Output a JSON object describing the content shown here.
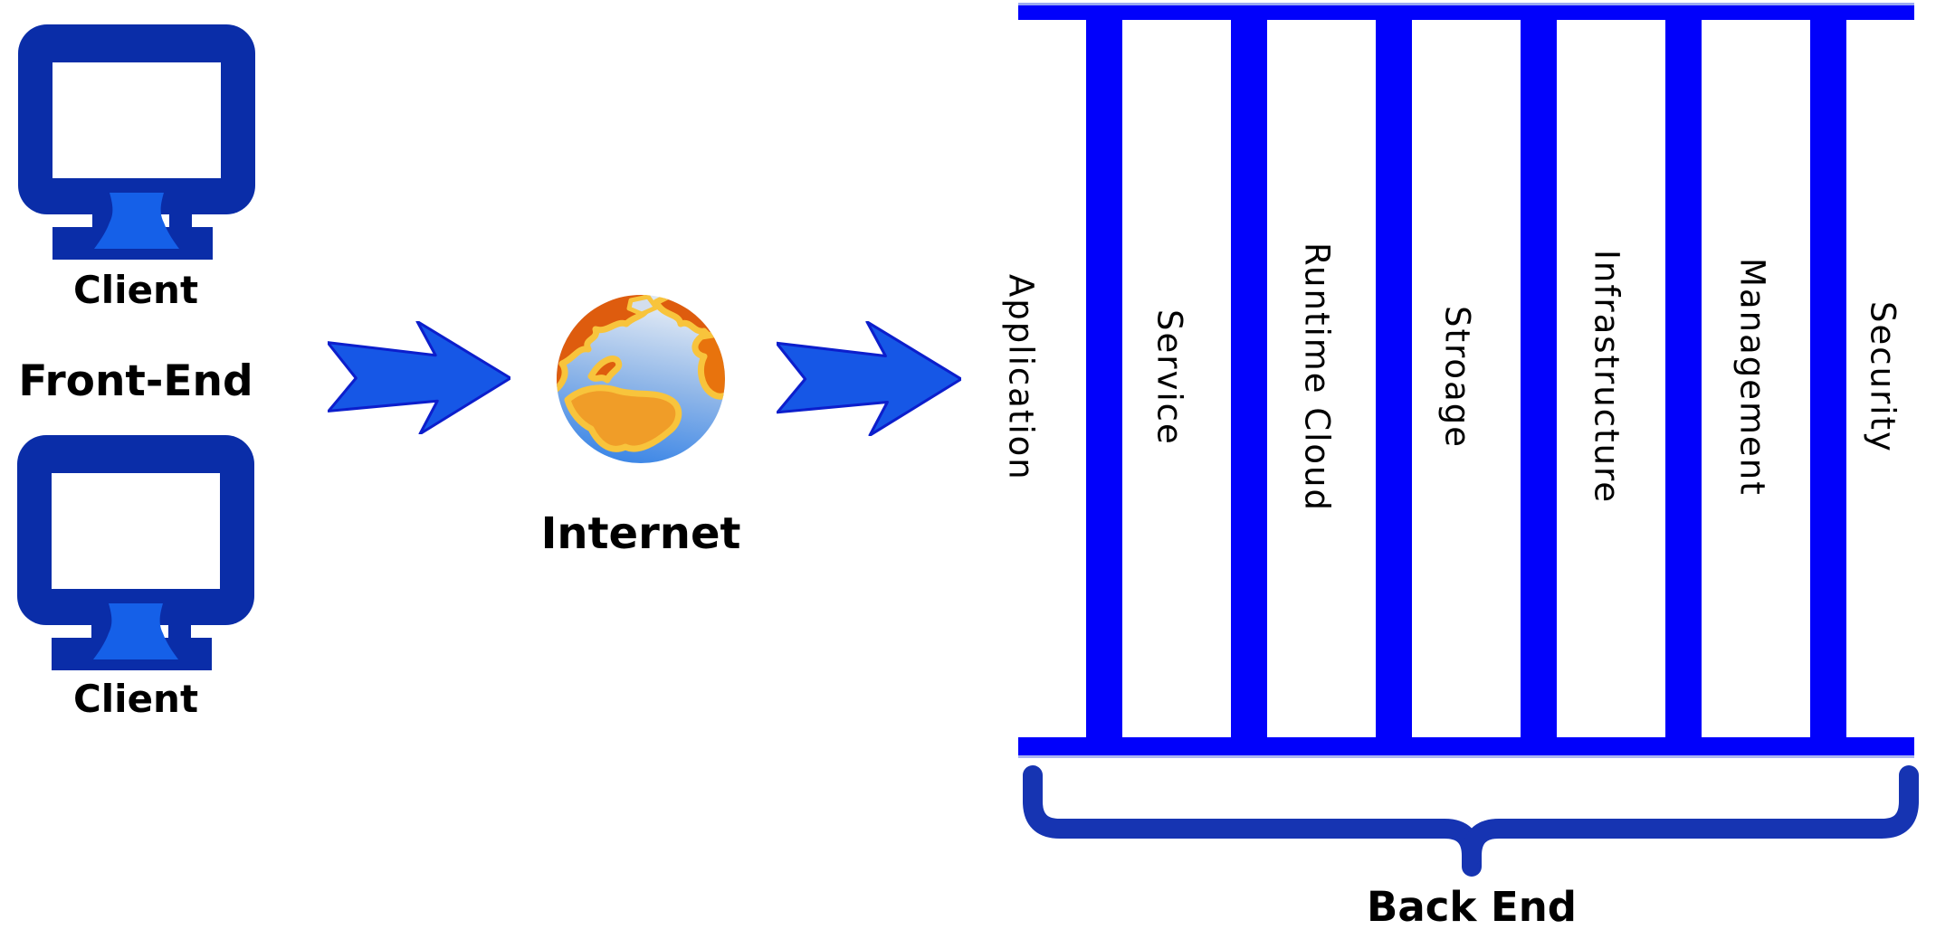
{
  "frontend": {
    "section_label": "Front-End",
    "clients": [
      {
        "label": "Client"
      },
      {
        "label": "Client"
      }
    ]
  },
  "internet": {
    "label": "Internet"
  },
  "backend": {
    "section_label": "Back End",
    "layers": [
      {
        "label": "Application"
      },
      {
        "label": "Service"
      },
      {
        "label": "Runtime Cloud"
      },
      {
        "label": "Stroage"
      },
      {
        "label": "Infrastructure"
      },
      {
        "label": "Management"
      },
      {
        "label": "Security"
      }
    ]
  },
  "icons": {
    "client": "monitor-icon",
    "flow": "arrow-right-icon",
    "internet": "globe-icon",
    "grouping": "brace-icon"
  },
  "colors": {
    "comb_blue": "#0101fb",
    "monitor_navy": "#0a2da8",
    "monitor_stand_blue": "#1560e8",
    "arrow_fill": "#1657e6",
    "arrow_stroke": "#0c1ecc",
    "brace_blue": "#1634b2",
    "text_black": "#000000",
    "globe_ocean": "#2e7ee6",
    "globe_land_dark": "#de5c0e",
    "globe_land_light": "#f09d28",
    "globe_coast": "#f8c43c"
  }
}
